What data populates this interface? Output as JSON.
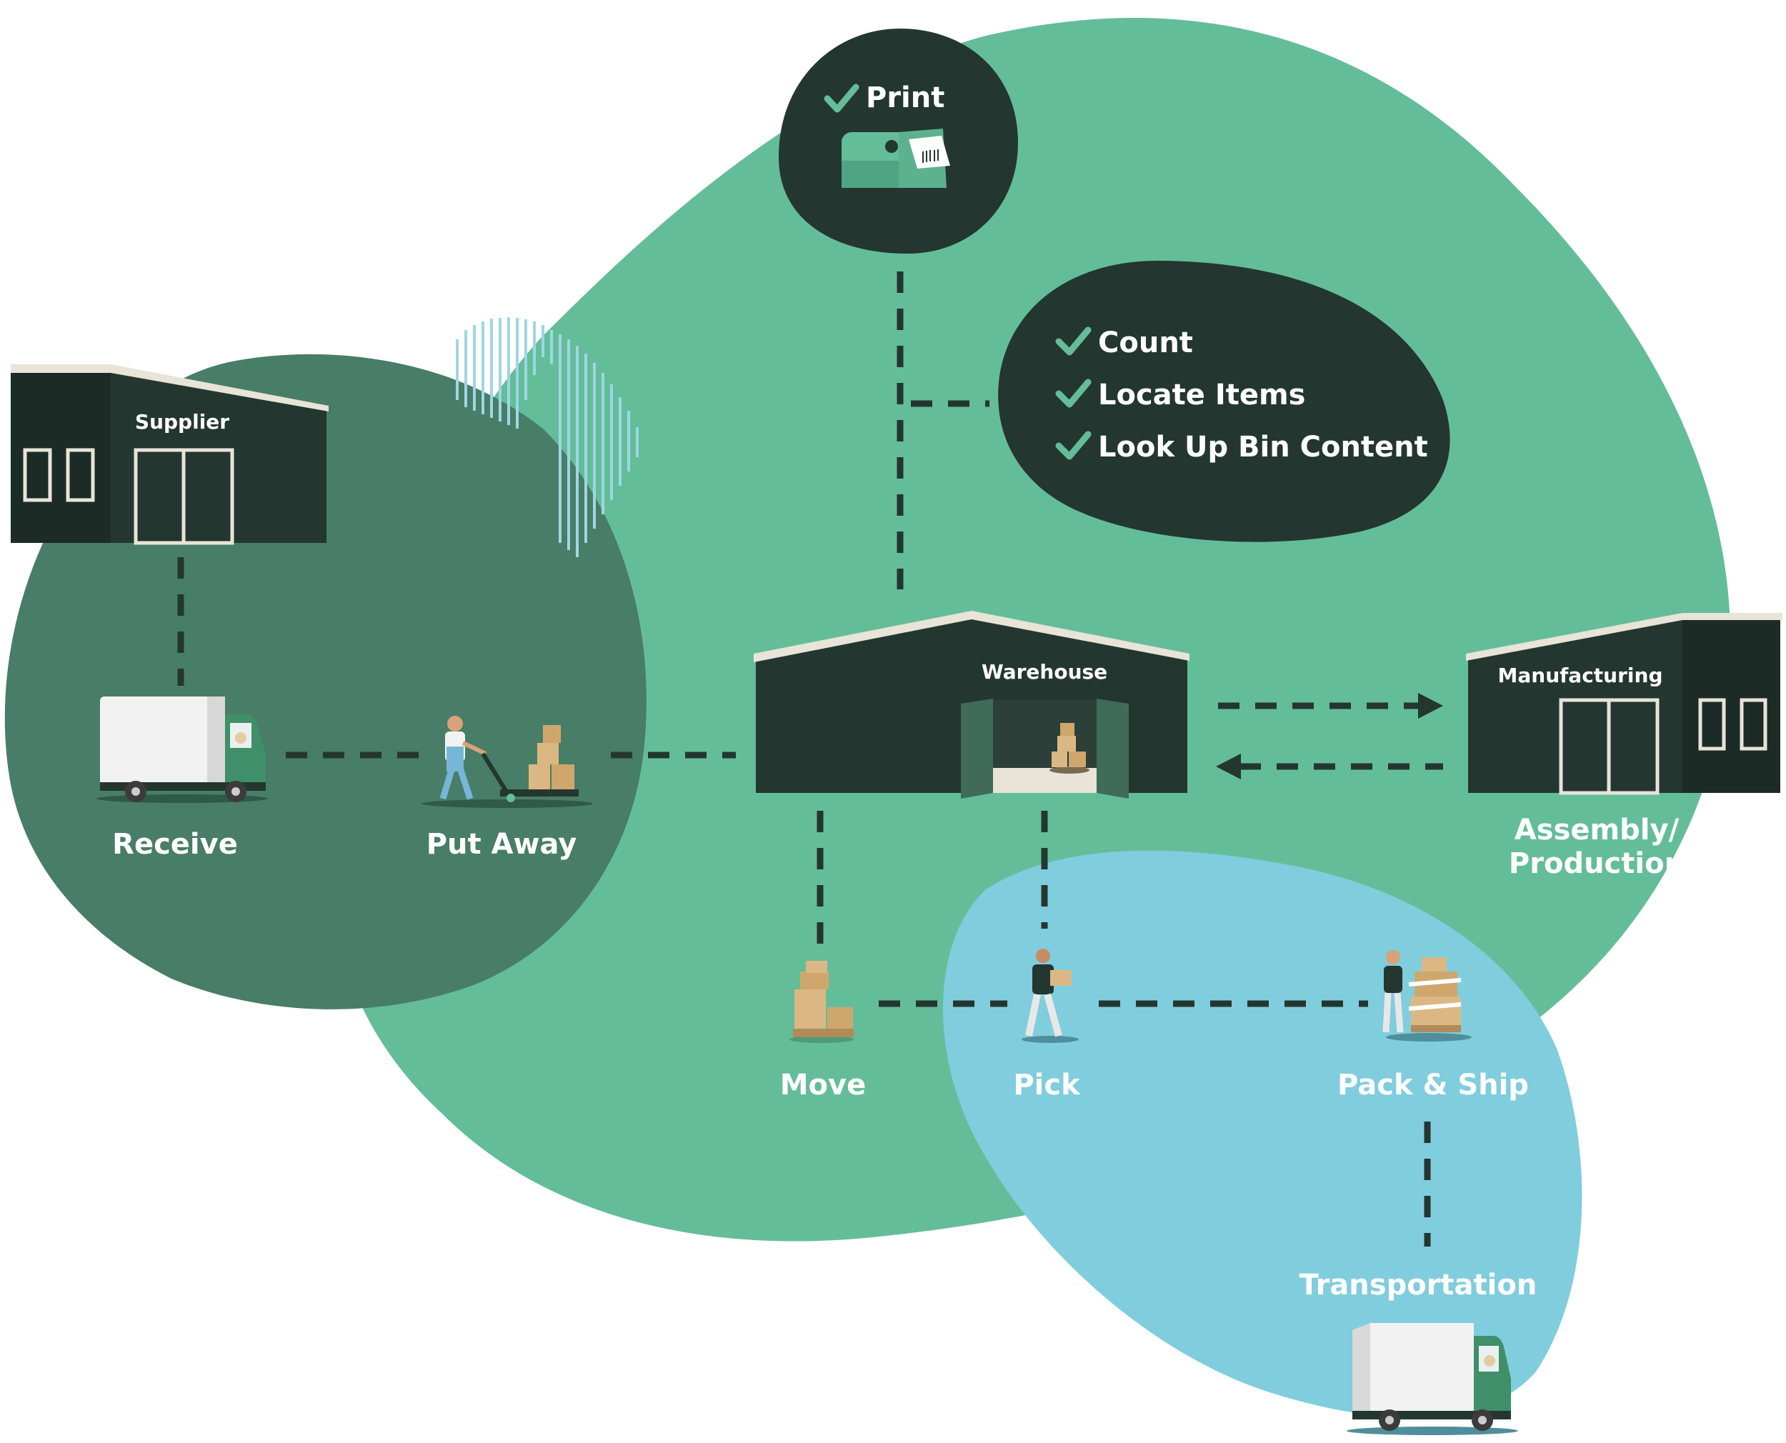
{
  "nodes": {
    "supplier": "Supplier",
    "warehouse": "Warehouse",
    "manufacturing": "Manufacturing"
  },
  "steps": {
    "receive": "Receive",
    "put_away": "Put Away",
    "assembly_line1": "Assembly/",
    "assembly_line2": "Production",
    "move": "Move",
    "pick": "Pick",
    "pack_ship": "Pack & Ship",
    "transportation": "Transportation"
  },
  "print_bubble": {
    "item": "Print"
  },
  "checklist": [
    "Count",
    "Locate Items",
    "Look Up Bin Content"
  ],
  "colors": {
    "main_blob": "#64bd99",
    "left_blob": "#487d67",
    "right_blob": "#80cddd",
    "dark": "#243630",
    "check": "#64bd99",
    "cardboard": "#dbb883"
  }
}
